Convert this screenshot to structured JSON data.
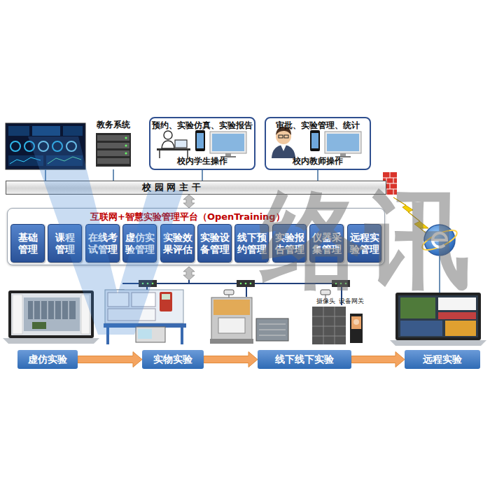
{
  "diagram": {
    "nodes": [
      {
        "text": [
          "教务系统"
        ]
      },
      {
        "text": [
          "预约、实验仿真、实验报告",
          "校内学生操作"
        ]
      },
      {
        "text": [
          "审批、实验管理、统计",
          "校内教师操作"
        ]
      },
      {
        "text": [
          "校 园 网 主 干"
        ]
      },
      {
        "text": [
          "互联网+智慧实验管理平台（OpenTraining）"
        ]
      },
      {
        "text": [
          "基础管理"
        ],
        "in": 4
      },
      {
        "text": [
          "课程管理"
        ],
        "in": 4
      },
      {
        "text": [
          "在线考试管理"
        ],
        "in": 4
      },
      {
        "text": [
          "虚仿实验管理"
        ],
        "in": 4
      },
      {
        "text": [
          "实验效果评估"
        ],
        "in": 4
      },
      {
        "text": [
          "实验设备管理"
        ],
        "in": 4
      },
      {
        "text": [
          "线下预约管理"
        ],
        "in": 4
      },
      {
        "text": [
          "实验报告管理"
        ],
        "in": 4
      },
      {
        "text": [
          "仪器采集管理"
        ],
        "in": 4
      },
      {
        "text": [
          "远程实验管理"
        ],
        "in": 4
      },
      {
        "text": [
          "虚仿实验"
        ]
      },
      {
        "text": [
          "实物实验"
        ]
      },
      {
        "text": [
          "线下线下实验"
        ]
      },
      {
        "text": [
          "远程实验"
        ]
      }
    ],
    "edges": [
      {
        "from": 0,
        "to": 3,
        "arrow": "none"
      },
      {
        "from": 1,
        "to": 3,
        "arrow": "none"
      },
      {
        "from": 2,
        "to": 3,
        "arrow": "none"
      },
      {
        "from": 3,
        "to": 4,
        "arrow": "both"
      },
      {
        "from": 15,
        "to": 16,
        "arrow": "to"
      },
      {
        "from": 16,
        "to": 17,
        "arrow": "to"
      },
      {
        "from": 17,
        "to": 18,
        "arrow": "to"
      }
    ],
    "labels": [
      "摄像头",
      "设备网关",
      "络讯"
    ]
  }
}
